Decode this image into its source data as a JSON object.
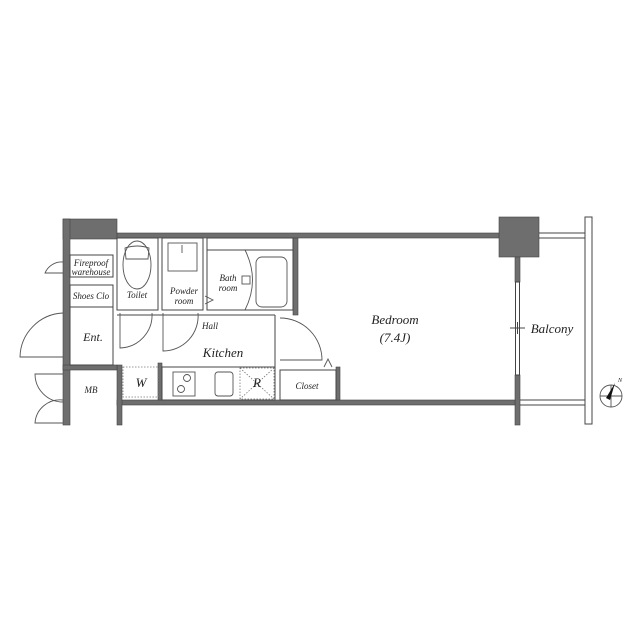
{
  "rooms": {
    "fireproof": [
      "Fireproof",
      "warehouse"
    ],
    "shoes": "Shoes Clo",
    "toilet": "Toilet",
    "powder": [
      "Powder",
      "room"
    ],
    "bath": [
      "Bath",
      "room"
    ],
    "hall": "Hall",
    "kitchen": "Kitchen",
    "entrance": "Ent.",
    "washer": "W",
    "fridge": "R",
    "closet": "Closet",
    "mb": "MB",
    "bedroom": "Bedroom",
    "bedroom_size": "(7.4J)",
    "balcony": "Balcony"
  },
  "compass": {
    "label": "N",
    "icon": "north-arrow-icon"
  },
  "colors": {
    "wall": "#6e6e6e",
    "line": "#444444"
  }
}
